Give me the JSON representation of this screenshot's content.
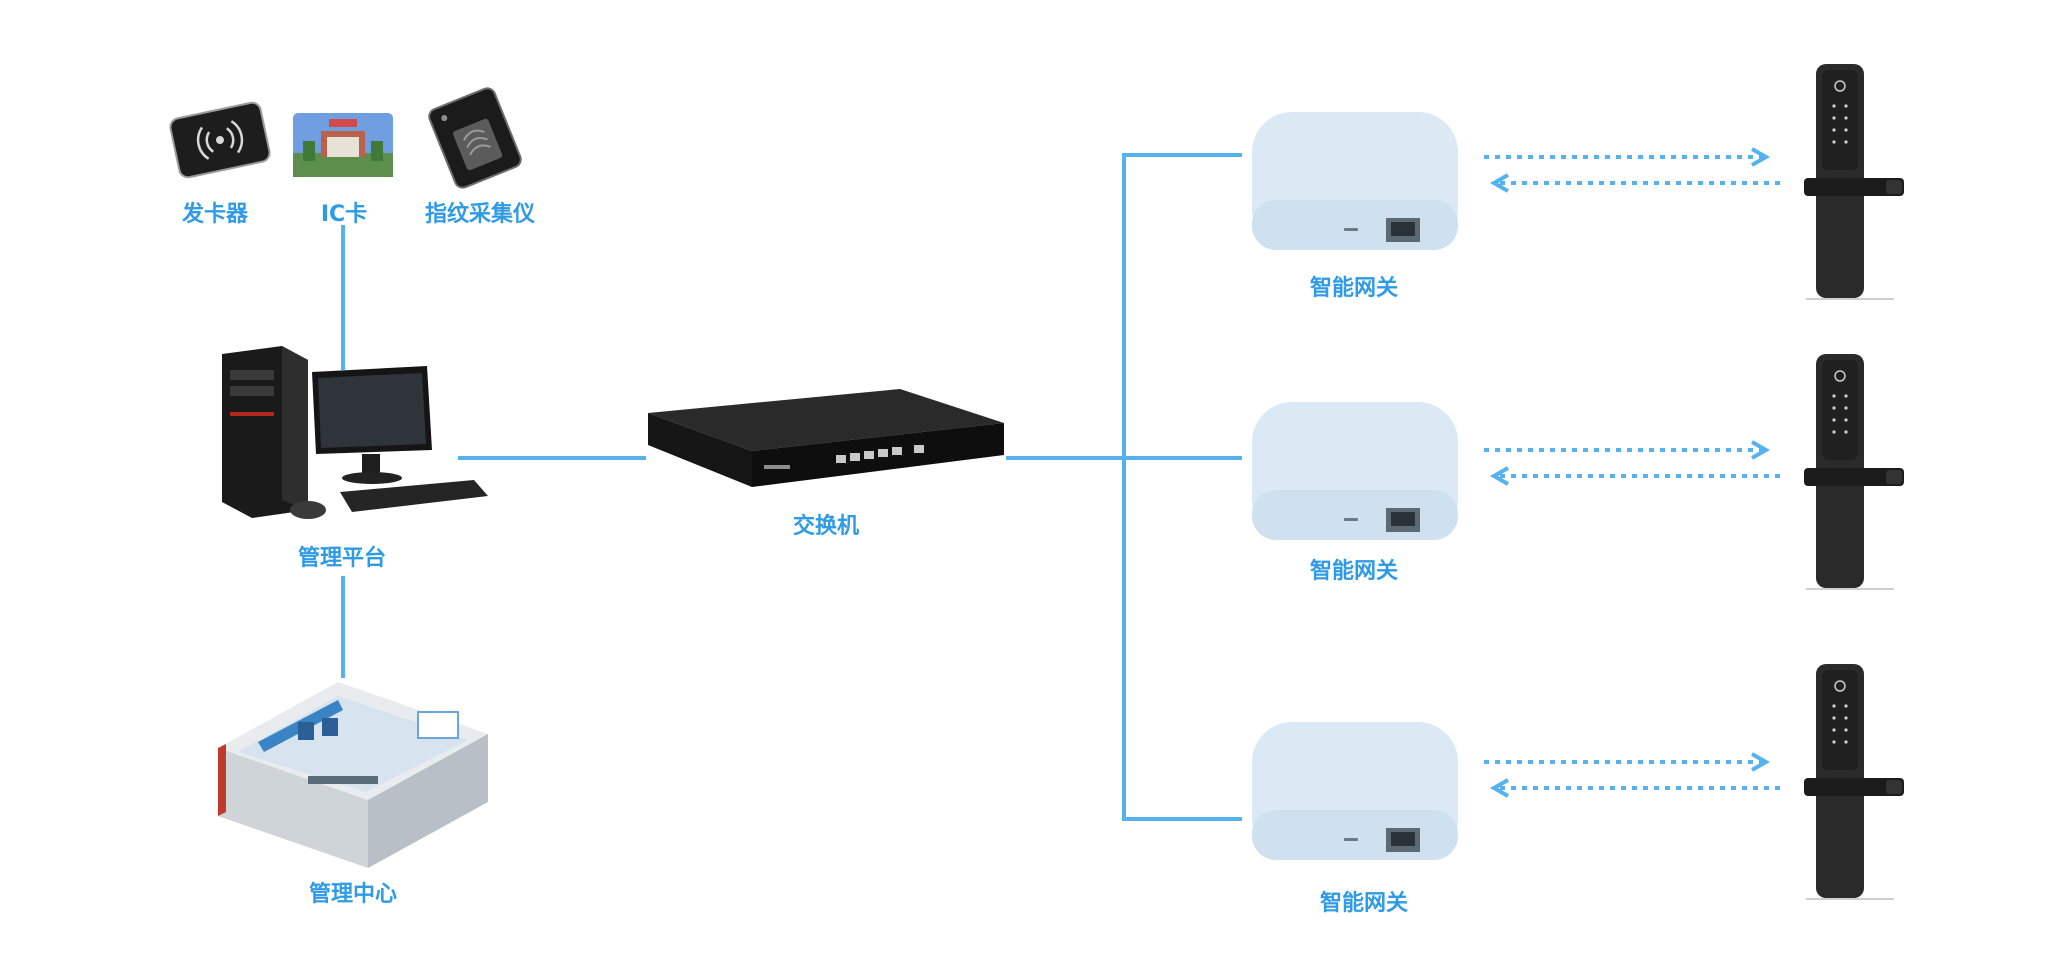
{
  "labels": {
    "card_issuer": "发卡器",
    "ic_card": "IC卡",
    "fingerprint_reader": "指纹采集仪",
    "management_platform": "管理平台",
    "management_center": "管理中心",
    "switch": "交换机",
    "gateway_1": "智能网关",
    "gateway_2": "智能网关",
    "gateway_3": "智能网关"
  },
  "colors": {
    "accent": "#2f9be6",
    "line": "#56b2ee",
    "gateway_body": "#dbe9f5",
    "lock_body": "#2a2a2a"
  },
  "icons": {
    "card_issuer": "rfid-reader-icon",
    "ic_card": "ic-card-icon",
    "fingerprint_reader": "fingerprint-scanner-icon",
    "management_platform": "desktop-computer-icon",
    "management_center": "control-room-icon",
    "switch": "network-switch-icon",
    "gateway": "smart-gateway-icon",
    "lock": "smart-door-lock-icon"
  }
}
